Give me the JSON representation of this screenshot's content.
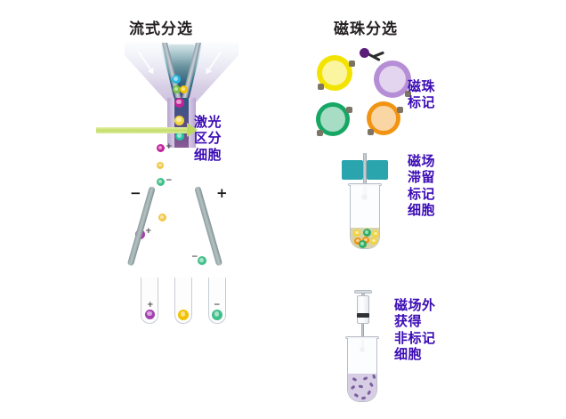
{
  "figure": {
    "titles": {
      "left": "流式分选",
      "right": "磁珠分选"
    },
    "annotations": {
      "laser": "激光\n区分\n细胞",
      "bead_label": "磁珠\n标记",
      "magnet_retain": "磁场\n滞留\n标记\n细胞",
      "magnet_outside": "磁场外\n获得\n非标记\n细胞"
    },
    "plate_signs": {
      "left": "−",
      "right": "+"
    },
    "droplet_charges": {
      "d1": "+",
      "d2": "−",
      "d3": "+",
      "d4": "−"
    },
    "colors": {
      "title_text": "#231f20",
      "annotation_text": "#3b0bb5",
      "laser_beam": "#c3dd6a",
      "magnet_block": "#2aa5ae",
      "cell_yellow": "#f2e400",
      "cell_purple": "#b58ed6",
      "cell_green": "#16a765",
      "cell_orange": "#f29413",
      "bead_dark": "#5b1d7a",
      "nozzle_inner": "#0d5f76",
      "tube_outline": "#b9bfc7",
      "unlabeled_cell": "#7a5f9e"
    },
    "left_panel": {
      "nozzle": "flow-cytometry-nozzle",
      "stream_cells": [
        {
          "color": "#2ab6e0"
        },
        {
          "color": "#7bc043"
        },
        {
          "color": "#f2c200"
        },
        {
          "color": "#c2239b"
        },
        {
          "color": "#f2d43c"
        },
        {
          "color": "#27c4a0"
        }
      ],
      "droplets": [
        {
          "color": "#c2239b",
          "charge": "+"
        },
        {
          "color": "#f2c84b",
          "charge": ""
        },
        {
          "color": "#3fc08a",
          "charge": "−"
        },
        {
          "color": "#f2c84b",
          "charge": ""
        },
        {
          "color": "#a63fb0",
          "charge": "+"
        },
        {
          "color": "#3fc08a",
          "charge": "−"
        }
      ],
      "collection_tubes": [
        {
          "cell_color": "#a63fb0",
          "charge": "+"
        },
        {
          "cell_color": "#f2c200",
          "charge": ""
        },
        {
          "cell_color": "#3fc08a",
          "charge": "−"
        }
      ]
    },
    "right_panel": {
      "bead_cells": [
        {
          "name": "yellow-cell",
          "color": "#f2e400"
        },
        {
          "name": "purple-cell-with-bead",
          "color": "#b58ed6"
        },
        {
          "name": "green-cell",
          "color": "#16a765"
        },
        {
          "name": "orange-cell",
          "color": "#f29413"
        }
      ],
      "retained_cells": [
        {
          "color": "#f2d43c"
        },
        {
          "color": "#2faf63"
        },
        {
          "color": "#f2d43c"
        },
        {
          "color": "#f29413"
        },
        {
          "color": "#2faf63"
        },
        {
          "color": "#f2d43c"
        },
        {
          "color": "#f29413"
        },
        {
          "color": "#2faf63"
        }
      ],
      "magnet_blocks": 2,
      "syringe": "syringe-pipette"
    }
  }
}
